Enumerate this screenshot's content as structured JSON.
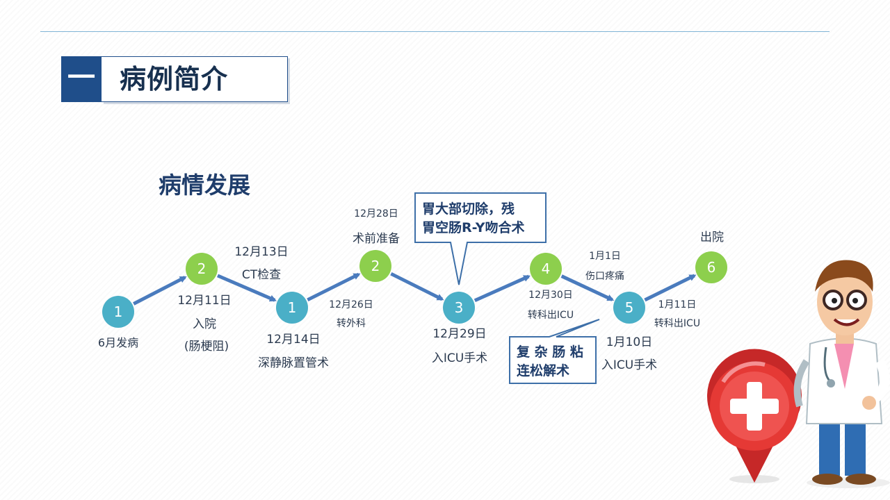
{
  "section": {
    "number": "一",
    "title": "病例简介"
  },
  "subheading": "病情发展",
  "nodes": [
    {
      "id": "n1",
      "label": "1",
      "color": "#4aafc7",
      "text": [
        "6月发病"
      ]
    },
    {
      "id": "n2",
      "label": "2",
      "color": "#8dcf4d",
      "text": [
        "12月11日",
        "入院",
        "(肠梗阻)"
      ]
    },
    {
      "id": "n3",
      "label": "1",
      "color": "#4aafc7",
      "text": [
        "12月13日",
        "CT检查",
        "12月14日",
        "深静脉置管术"
      ]
    },
    {
      "id": "n4",
      "label": "2",
      "color": "#8dcf4d",
      "text": [
        "12月26日",
        "转外科",
        "12月28日",
        "术前准备"
      ]
    },
    {
      "id": "n5",
      "label": "3",
      "color": "#4aafc7",
      "text": [
        "12月29日",
        "入ICU手术"
      ]
    },
    {
      "id": "n6",
      "label": "4",
      "color": "#8dcf4d",
      "text": [
        "12月30日",
        "转科出ICU"
      ]
    },
    {
      "id": "n7",
      "label": "5",
      "color": "#4aafc7",
      "text": [
        "1月1日",
        "伤口疼痛",
        "1月10日",
        "入ICU手术",
        "1月11日",
        "转科出ICU"
      ]
    },
    {
      "id": "n8",
      "label": "6",
      "color": "#8dcf4d",
      "text": [
        "出院"
      ]
    }
  ],
  "callouts": [
    {
      "id": "c1",
      "lines": [
        "胃大部切除，残",
        "胃空肠R-Y吻合术"
      ]
    },
    {
      "id": "c2",
      "lines": [
        "复 杂 肠 粘",
        "连松解术"
      ]
    }
  ],
  "colors": {
    "arrow": "#4a7bbd",
    "header": "#1f4e8a",
    "callout_border": "#3d6fa8",
    "accent_red": "#e53935"
  },
  "icons": [
    "medical-cross-pin-icon",
    "doctor-illustration"
  ]
}
